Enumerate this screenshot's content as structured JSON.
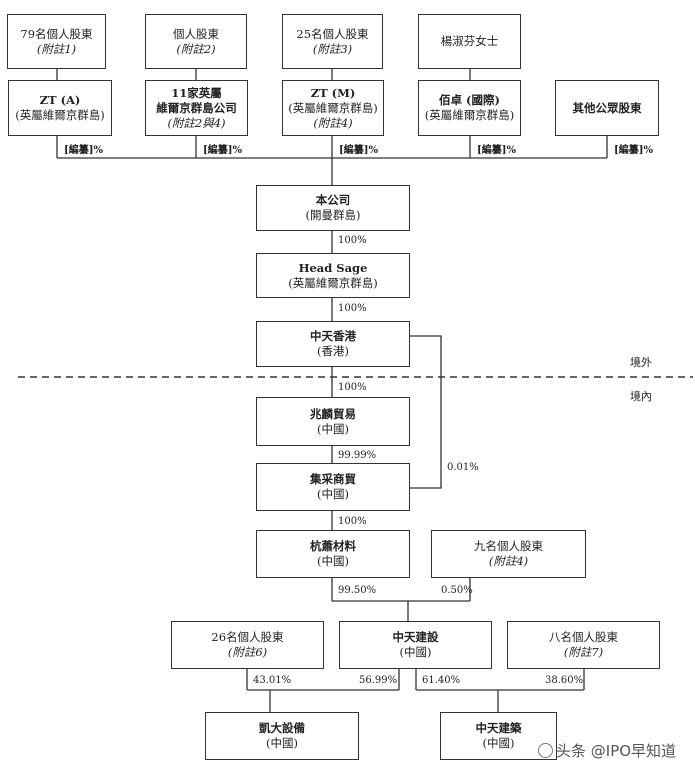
{
  "shareholders": {
    "s79": {
      "line1": "79名個人股東",
      "line2": "(附註1)"
    },
    "s_individual": {
      "line1": "個人股東",
      "line2": "(附註2)"
    },
    "s25": {
      "line1": "25名個人股東",
      "line2": "(附註3)"
    },
    "s_yang": {
      "line1": "楊淑芬女士"
    }
  },
  "holders": {
    "zta": {
      "name": "ZT (A)",
      "place": "(英屬維爾京群島)"
    },
    "bvi11": {
      "name1": "11家英屬",
      "name2": "維爾京群島公司",
      "note": "(附註2與4)"
    },
    "ztm": {
      "name": "ZT (M)",
      "place": "(英屬維爾京群島)",
      "note": "(附註4)"
    },
    "baizhuo": {
      "name": "佰卓 (國際)",
      "place": "(英屬維爾京群島)"
    },
    "public": {
      "name": "其他公眾股東"
    }
  },
  "redacted_pct": "[編纂]%",
  "entities": {
    "company": {
      "name": "本公司",
      "place": "(開曼群島)"
    },
    "headsage": {
      "name": "Head Sage",
      "place": "(英屬維爾京群島)"
    },
    "zthk": {
      "name": "中天香港",
      "place": "(香港)"
    },
    "zhaolin": {
      "name": "兆麟貿易",
      "place": "(中國)"
    },
    "jicai": {
      "name": "集采商貿",
      "place": "(中國)"
    },
    "hangxiao": {
      "name": "杭蕭材料",
      "place": "(中國)"
    },
    "nine": {
      "line1": "九名個人股東",
      "line2": "(附註4)"
    },
    "s26": {
      "line1": "26名個人股東",
      "line2": "(附註6)"
    },
    "ztjs": {
      "name": "中天建設",
      "place": "(中國)"
    },
    "eight": {
      "line1": "八名個人股東",
      "line2": "(附註7)"
    },
    "kaida": {
      "name": "凱大設備",
      "place": "(中國)"
    },
    "ztjz": {
      "name": "中天建築",
      "place": "(中國)"
    }
  },
  "percentages": {
    "p_company_headsage": "100%",
    "p_headsage_zthk": "100%",
    "p_zthk_zhaolin": "100%",
    "p_zhaolin_jicai": "99.99%",
    "p_zthk_jicai": "0.01%",
    "p_jicai_hangxiao": "100%",
    "p_hangxiao_ztjs": "99.50%",
    "p_nine_ztjs": "0.50%",
    "p_s26_kaida": "43.01%",
    "p_ztjs_kaida": "56.99%",
    "p_ztjs_ztjz": "61.40%",
    "p_eight_ztjz": "38.60%"
  },
  "regions": {
    "offshore": "境外",
    "onshore": "境內"
  },
  "watermark": "头条 @IPO早知道"
}
